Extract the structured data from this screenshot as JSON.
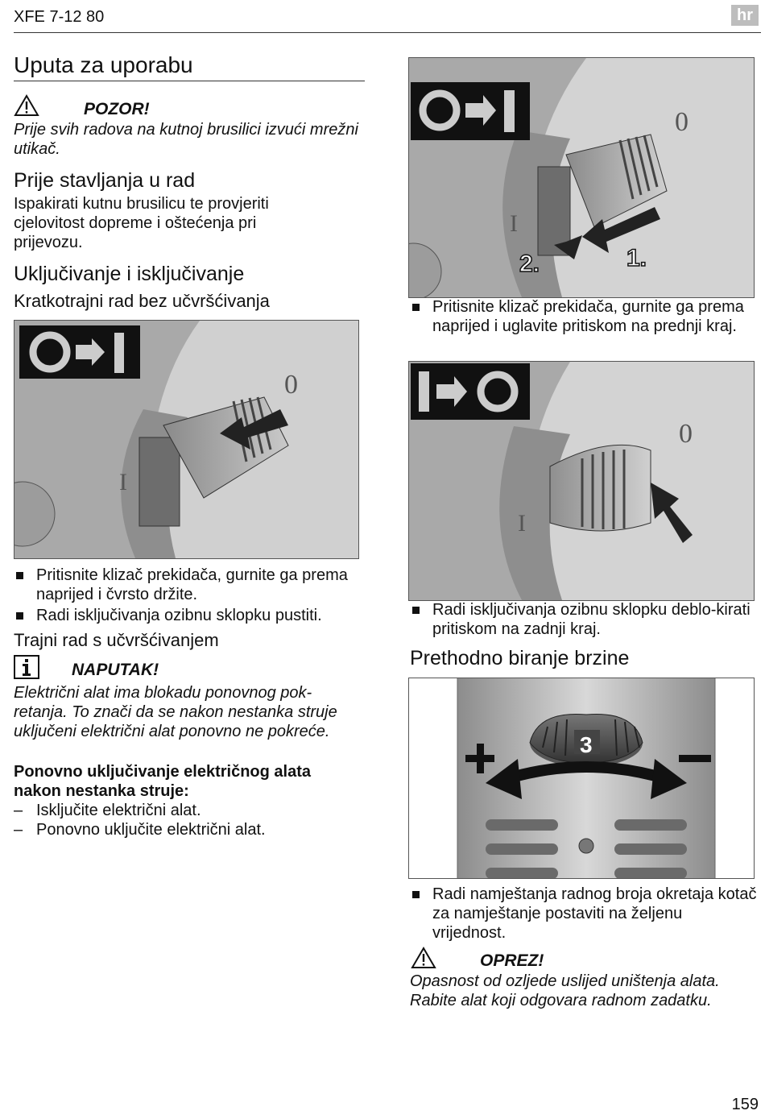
{
  "header": {
    "title": "XFE 7-12 80",
    "lang": "hr"
  },
  "left": {
    "main_title": "Uputa za uporabu",
    "warning": {
      "label": "POZOR!",
      "text": "Prije svih radova na kutnoj brusilici izvući mrežni utikač."
    },
    "before_start": {
      "heading": "Prije stavljanja u rad",
      "text": "Ispakirati kutnu brusilicu te provjeriti cjelovitost dopreme i oštećenja pri prijevozu."
    },
    "switching": {
      "heading": "Uključivanje i isključivanje",
      "subheading": "Kratkotrajni rad bez učvršćivanja",
      "bullets": [
        "Pritisnite klizač prekidača, gurnite ga prema naprijed i čvrsto držite.",
        "Radi isključivanja ozibnu sklopku pustiti."
      ]
    },
    "continuous": {
      "heading": "Trajni rad s učvršćivanjem",
      "note_label": "NAPUTAK!",
      "note_text": "Električni alat ima blokadu ponovnog pok-retanja. To znači da se nakon nestanka struje uključeni električni alat ponovno ne pokreće.",
      "restart_heading": "Ponovno uključivanje električnog alata nakon nestanka struje:",
      "steps": [
        "Isključite električni alat.",
        "Ponovno uključite električni alat."
      ]
    }
  },
  "right": {
    "fig1_bullet": "Pritisnite klizač prekidača, gurnite ga prema naprijed i uglavite pritiskom na prednji kraj.",
    "fig1_labels": {
      "step2": "2.",
      "step1": "1."
    },
    "fig2_bullet": "Radi isključivanja ozibnu sklopku deblo-kirati pritiskom na zadnji kraj.",
    "speed": {
      "heading": "Prethodno biranje brzine",
      "dial_value": "3",
      "bullet": "Radi namještanja radnog broja okretaja kotač za namještanje postaviti na željenu vrijednost."
    },
    "caution": {
      "label": "OPREZ!",
      "text": "Opasnost od ozljede uslijed uništenja alata. Rabite alat koji odgovara radnom zadatku."
    }
  },
  "footer": {
    "page_number": "159"
  },
  "colors": {
    "figure_gray": "#b8b8b8",
    "badge_gray": "#bdbdbd",
    "text": "#111111"
  }
}
